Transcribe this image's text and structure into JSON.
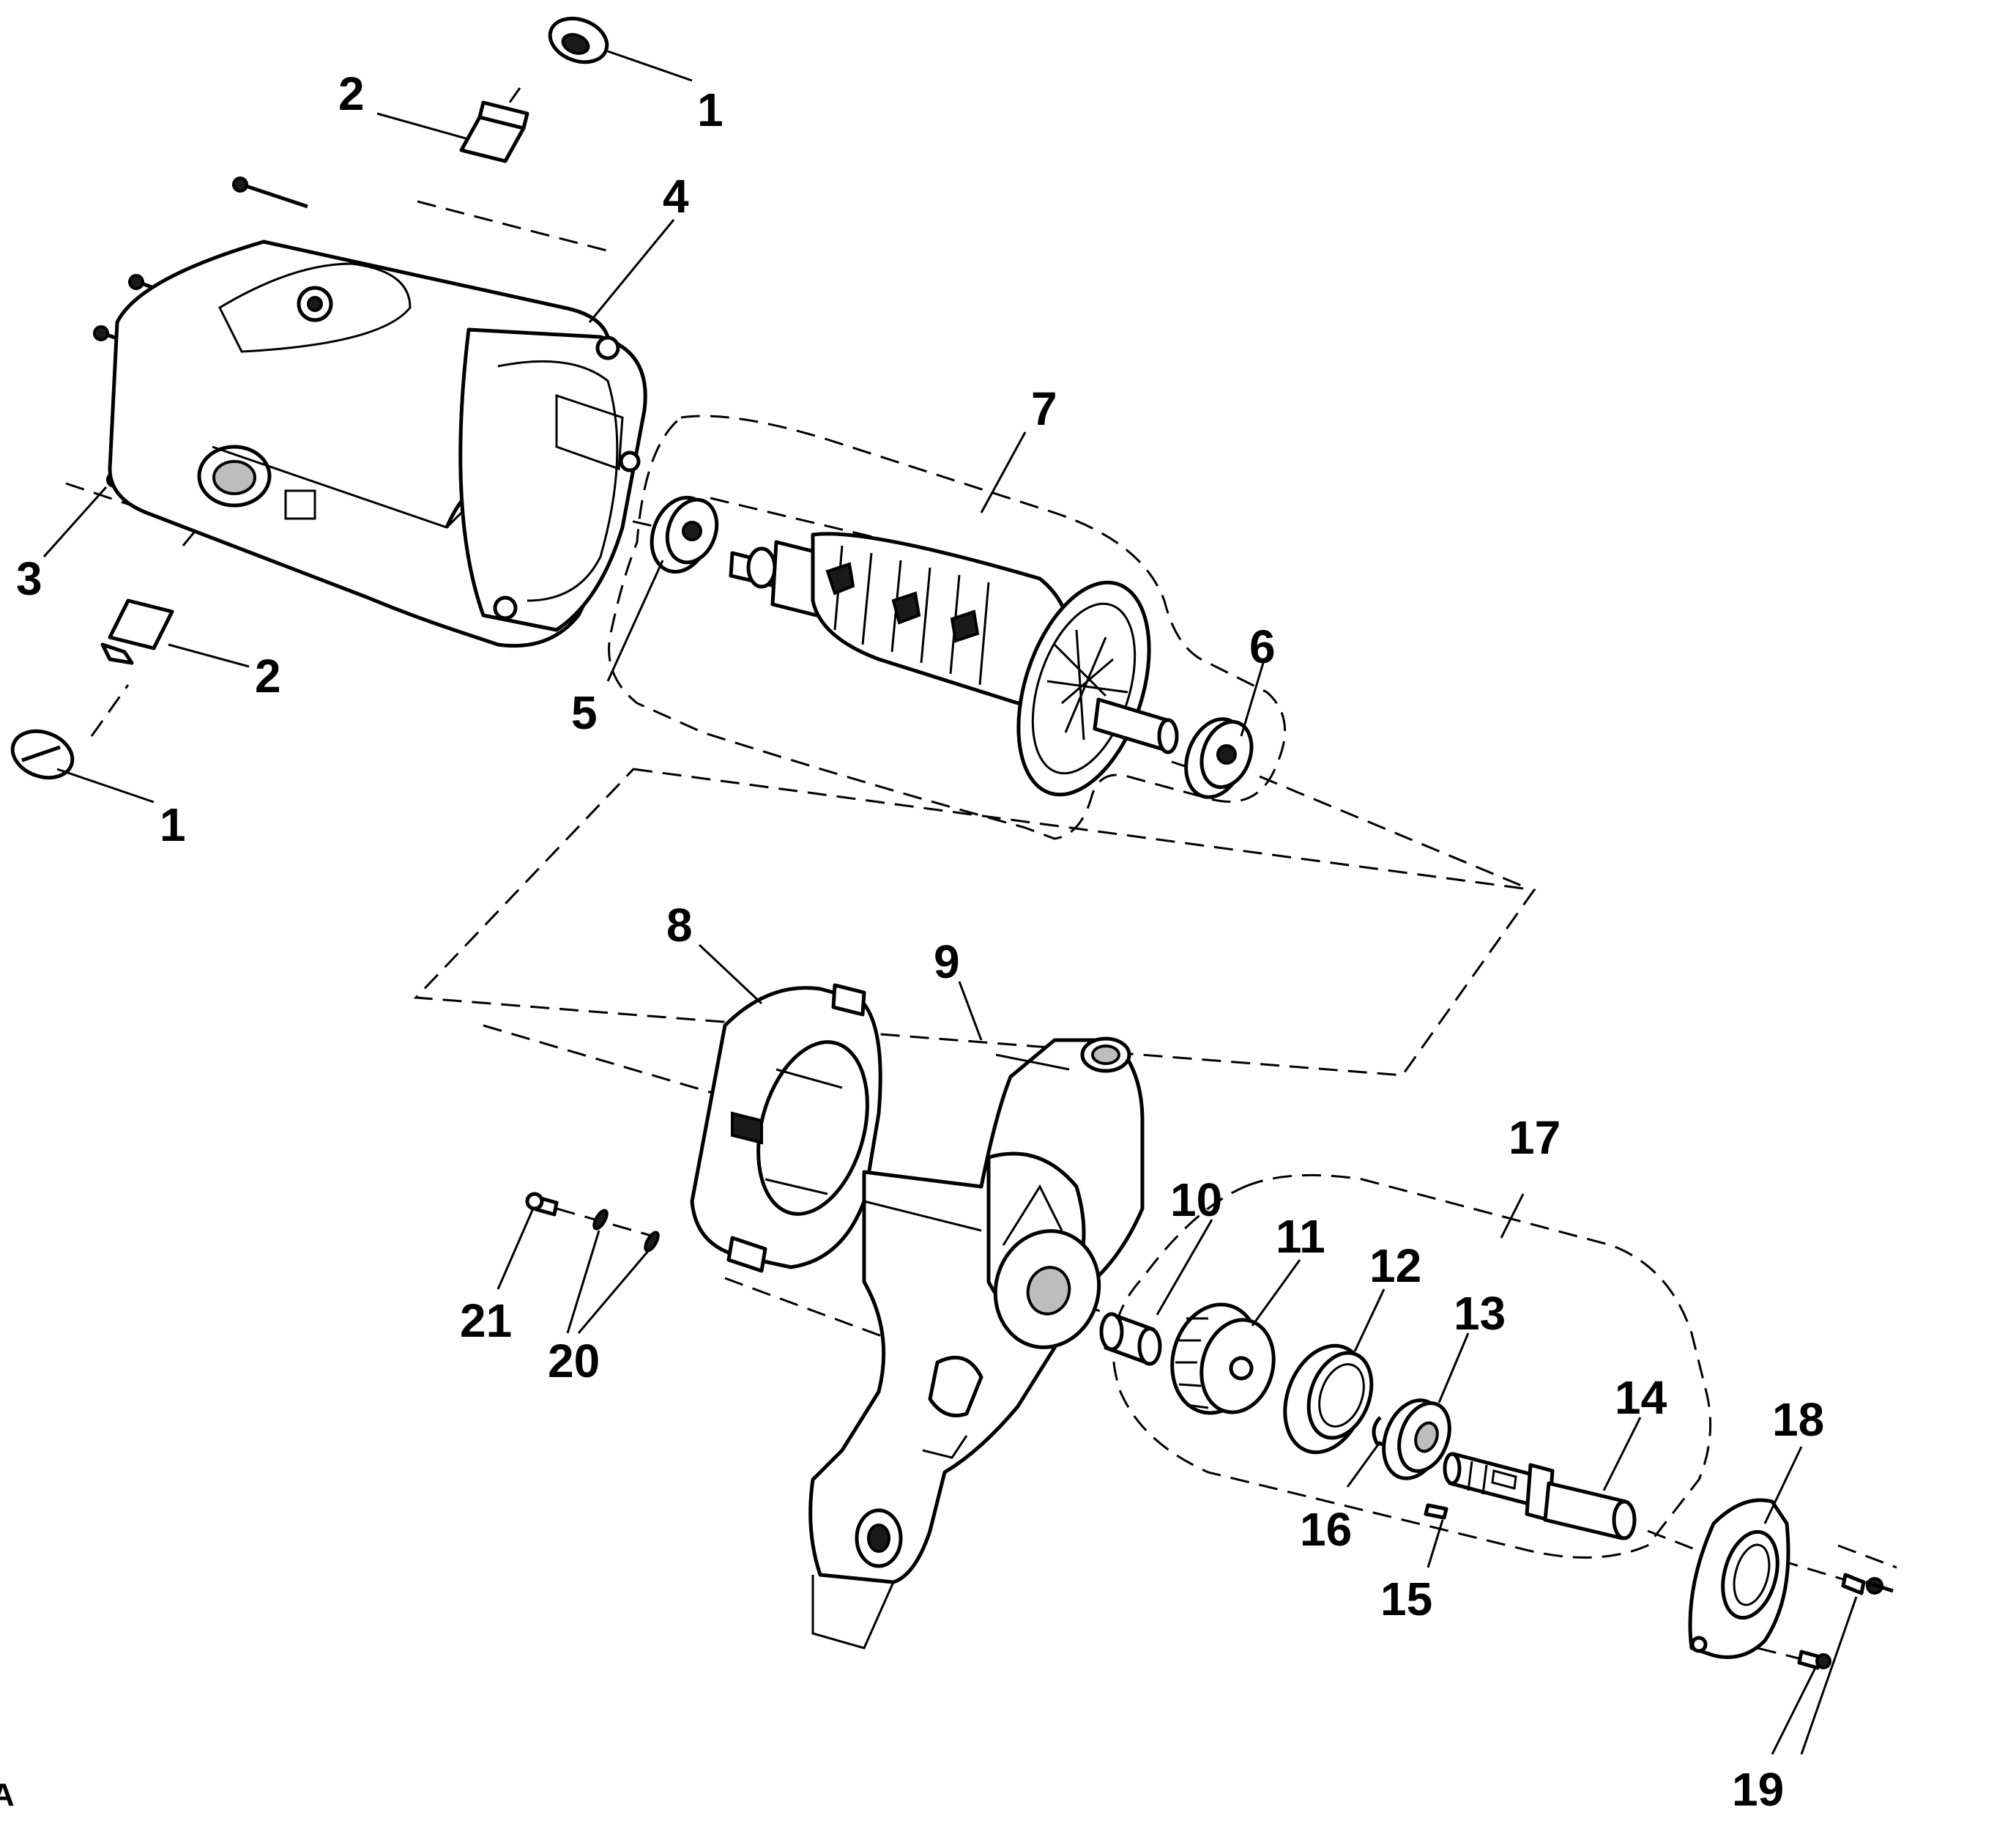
{
  "diagram": {
    "type": "exploded parts diagram",
    "callouts": [
      {
        "id": "callout-1-top",
        "label": "1"
      },
      {
        "id": "callout-2-top",
        "label": "2"
      },
      {
        "id": "callout-4",
        "label": "4"
      },
      {
        "id": "callout-3",
        "label": "3"
      },
      {
        "id": "callout-2-bottom",
        "label": "2"
      },
      {
        "id": "callout-1-bottom",
        "label": "1"
      },
      {
        "id": "callout-7",
        "label": "7"
      },
      {
        "id": "callout-5",
        "label": "5"
      },
      {
        "id": "callout-6",
        "label": "6"
      },
      {
        "id": "callout-8",
        "label": "8"
      },
      {
        "id": "callout-9",
        "label": "9"
      },
      {
        "id": "callout-10",
        "label": "10"
      },
      {
        "id": "callout-11",
        "label": "11"
      },
      {
        "id": "callout-12",
        "label": "12"
      },
      {
        "id": "callout-13",
        "label": "13"
      },
      {
        "id": "callout-14",
        "label": "14"
      },
      {
        "id": "callout-15",
        "label": "15"
      },
      {
        "id": "callout-16",
        "label": "16"
      },
      {
        "id": "callout-17",
        "label": "17"
      },
      {
        "id": "callout-18",
        "label": "18"
      },
      {
        "id": "callout-19",
        "label": "19"
      },
      {
        "id": "callout-20",
        "label": "20"
      },
      {
        "id": "callout-21",
        "label": "21"
      }
    ],
    "corner_mark": "A"
  }
}
